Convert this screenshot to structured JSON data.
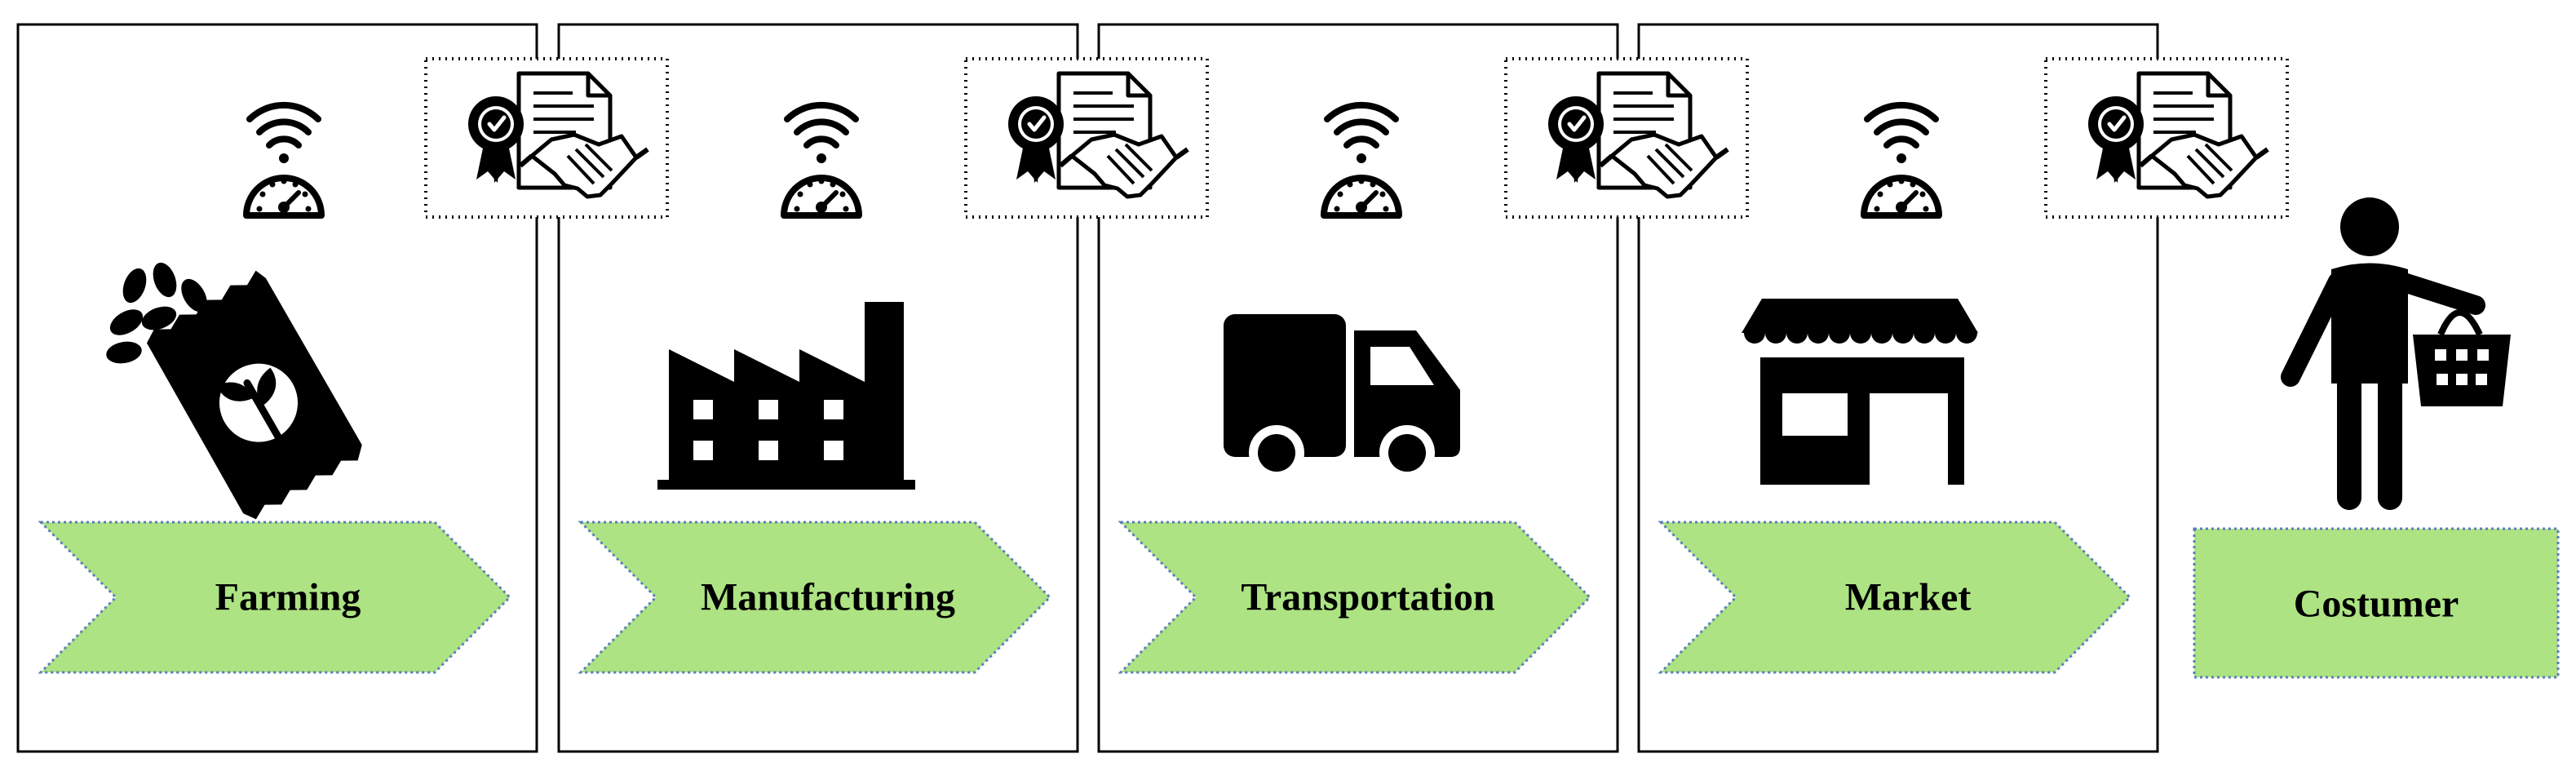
{
  "colors": {
    "label_fill": "#ADE383",
    "label_border": "#5B7DB8",
    "outline": "#000000",
    "background": "#FFFFFF"
  },
  "stages": [
    {
      "label": "Farming",
      "icon": "seed-bag-icon"
    },
    {
      "label": "Manufacturing",
      "icon": "factory-icon"
    },
    {
      "label": "Transportation",
      "icon": "truck-icon"
    },
    {
      "label": "Market",
      "icon": "store-icon"
    }
  ],
  "stage_icons": [
    "sensor-gauge-icon",
    "certificate-contract-icon"
  ],
  "customer": {
    "label": "Costumer",
    "icon": "shopper-with-basket-icon"
  }
}
